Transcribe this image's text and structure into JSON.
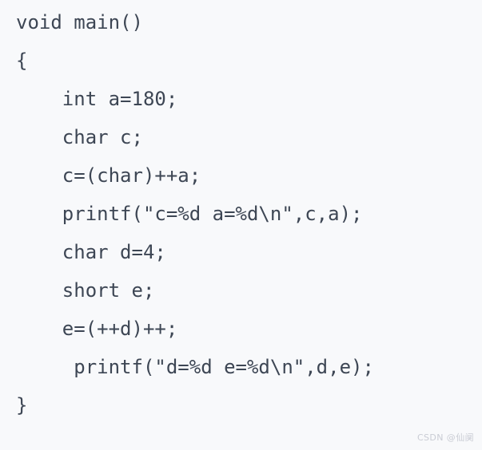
{
  "page": {
    "background_color": "#f8f9fb",
    "text_color": "#3d4654",
    "language": "c"
  },
  "code": {
    "lines": [
      {
        "text": "void main()"
      },
      {
        "text": "{"
      },
      {
        "text": "    int a=180;"
      },
      {
        "text": "    char c;"
      },
      {
        "text": "    c=(char)++a;"
      },
      {
        "text": "    printf(\"c=%d a=%d\\n\",c,a);"
      },
      {
        "text": "    char d=4;"
      },
      {
        "text": "    short e;"
      },
      {
        "text": "    e=(++d)++;"
      },
      {
        "text": "     printf(\"d=%d e=%d\\n\",d,e);"
      },
      {
        "text": "}"
      }
    ]
  },
  "watermark": {
    "text": "CSDN @仙阒",
    "color": "#c9ccd4"
  }
}
